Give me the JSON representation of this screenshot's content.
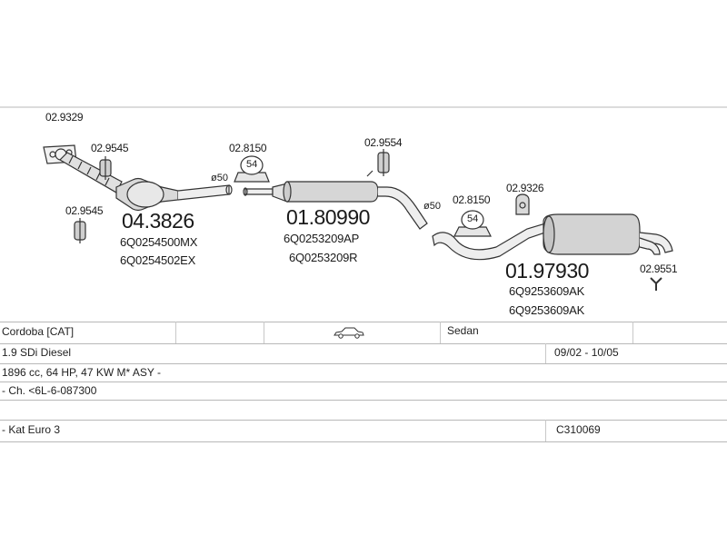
{
  "parts": {
    "p_029329": "02.9329",
    "p_029545_a": "02.9545",
    "p_029545_b": "02.9545",
    "p_028150_a": "02.8150",
    "p_029554": "02.9554",
    "p_028150_b": "02.8150",
    "p_029326": "02.9326",
    "p_029551": "02.9551"
  },
  "main_parts": {
    "cat": {
      "number": "04.3826",
      "oem1": "6Q0254500MX",
      "oem2": "6Q0254502EX"
    },
    "mid": {
      "number": "01.80990",
      "oem1": "6Q0253209AP",
      "oem2": "6Q0253209R"
    },
    "rear": {
      "number": "01.97930",
      "oem1": "6Q9253609AK",
      "oem2": "6Q9253609AK"
    }
  },
  "diameters": {
    "d1": "ø50",
    "d2": "ø50"
  },
  "hanger_labels": {
    "h1": "54",
    "h2": "54"
  },
  "table": {
    "model": "Cordoba  [CAT]",
    "body_type": "Sedan",
    "engine": "1.9 SDi Diesel",
    "years": "09/02 - 10/05",
    "specs": "1896 cc, 64 HP, 47 KW M* ASY -",
    "chassis": "- Ch. <6L-6-087300",
    "emission": "- Kat Euro 3",
    "code": "C310069"
  }
}
